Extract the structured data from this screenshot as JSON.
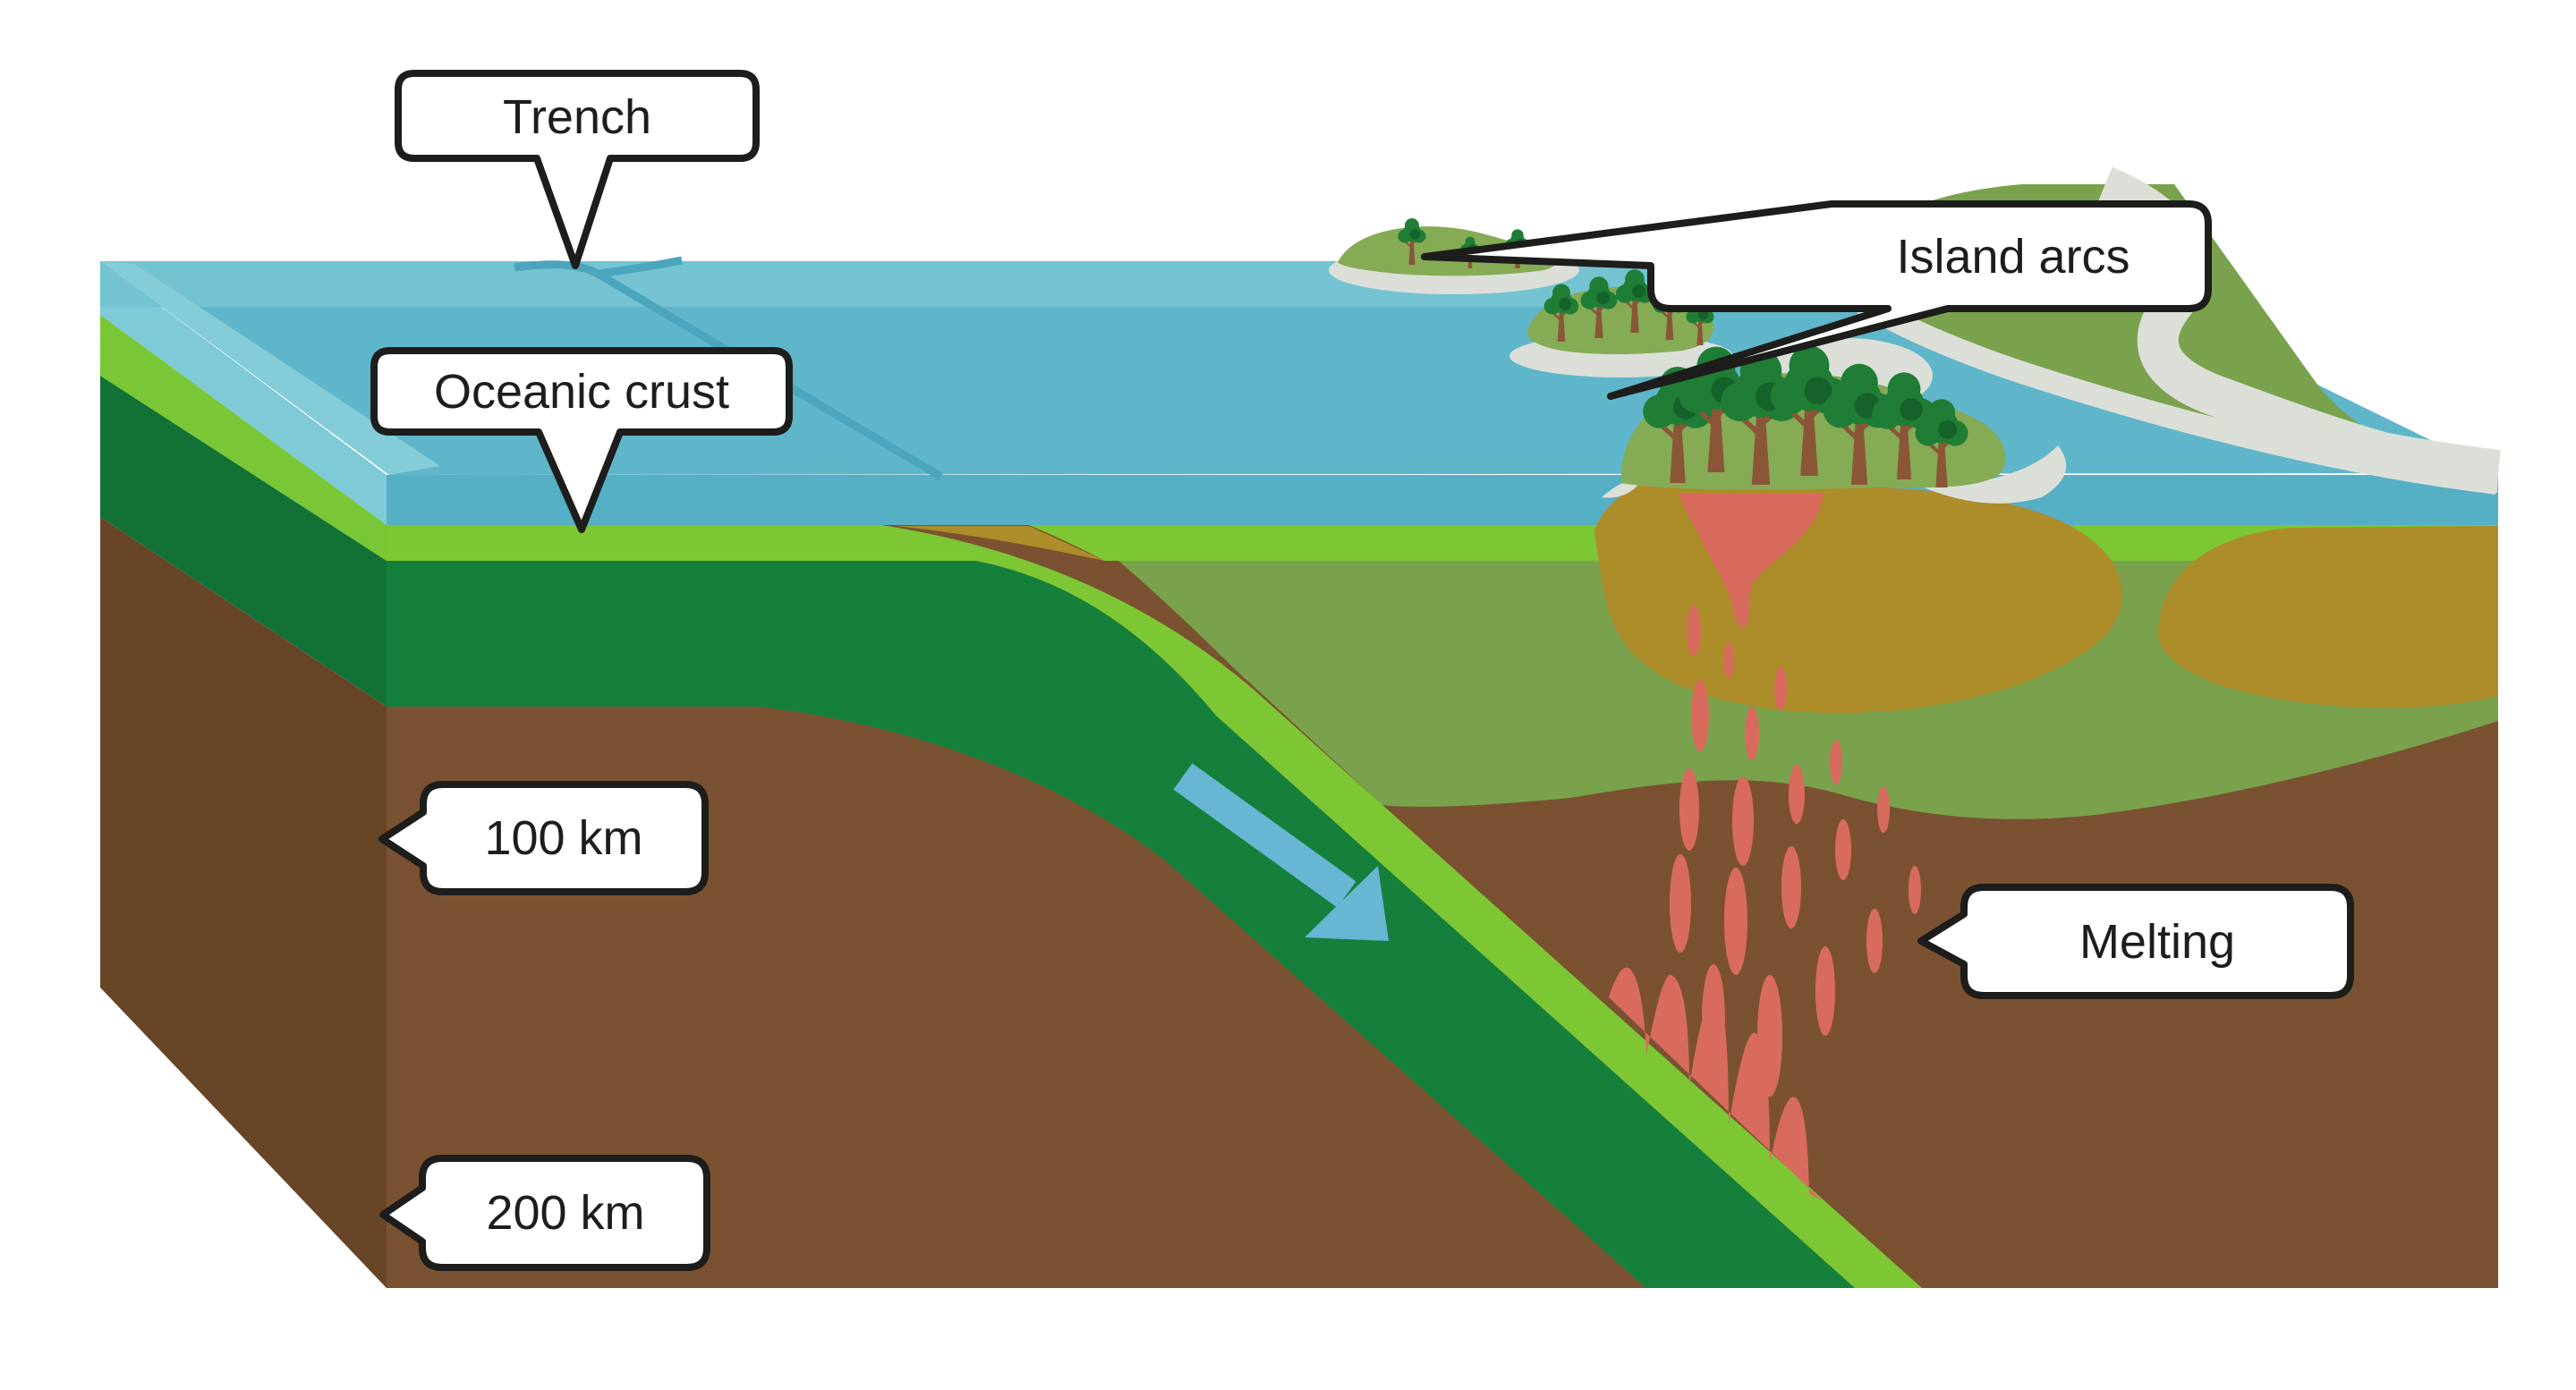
{
  "title": "Subduction zone with island arcs - block diagram",
  "labels": {
    "trench": "Trench",
    "oceanic_crust": "Oceanic crust",
    "island_arcs": "Island arcs",
    "melting": "Melting",
    "depth_100": "100 km",
    "depth_200": "200 km"
  },
  "diagram": {
    "type": "3d-block-cross-section",
    "depth_markers": [
      "100 km",
      "200 km"
    ],
    "features": [
      "ocean surface with trench line",
      "oceanic crust stripe on subducting slab",
      "dark green lithospheric slab descending under overriding plate",
      "blue arrow showing slab motion down-right",
      "accretionary wedge at trench",
      "island arc chain of three forested islands",
      "volcano conduit with khaki pluton and red magma chamber",
      "red melt droplets rising from slab through mantle",
      "mainland with river and beaches",
      "brown mantle block faces"
    ]
  },
  "colors": {
    "water_surface": "#5fb6cb",
    "water_light_band": "#74c3d2",
    "water_bevel": "#83ccd8",
    "water_front_face": "#55afc5",
    "trench_streak": "#4aa5bd",
    "oceanic_crust_green": "#7cc733",
    "slab_dark_green": "#15803c",
    "slab_side_green": "#127236",
    "mantle_brown_front": "#7b5231",
    "mantle_brown_side": "#684527",
    "overriding_crust_olive": "#7aa24d",
    "island_green": "#85ab55",
    "pluton_khaki": "#ad8c2a",
    "magma_red": "#d96b5e",
    "beach_gray": "#dbdfd8",
    "tree_canopy": "#1f7d36",
    "tree_canopy_shade": "#15622b",
    "tree_trunk": "#8a5637",
    "arrow_blue": "#67b6d4",
    "outline": "#1d1d1b"
  }
}
